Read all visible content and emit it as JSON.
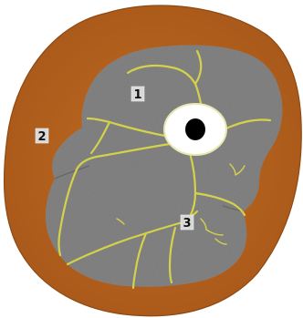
{
  "image": {
    "description_labels": [
      {
        "id": "label-1",
        "text": "1"
      },
      {
        "id": "label-2",
        "text": "2"
      },
      {
        "id": "label-3",
        "text": "3"
      }
    ],
    "colors": {
      "background": "#ffffff",
      "fat_layer": "#b5621d",
      "fat_layer_edge": "#8e4a12",
      "muscle": "#8a8a8a",
      "muscle_dark": "#6f6f6f",
      "fascia": "#d4d24a",
      "bone_cortex": "#ffffff",
      "marrow": "#000000"
    }
  }
}
